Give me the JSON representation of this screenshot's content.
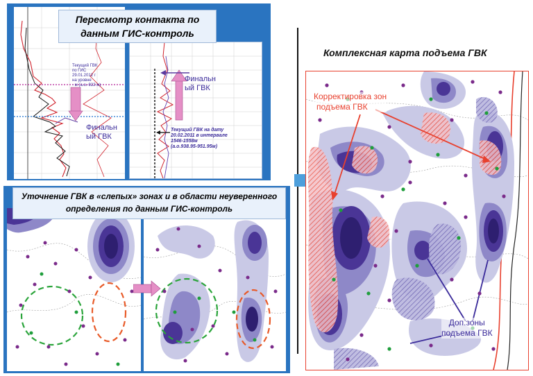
{
  "top_panel": {
    "title_line1": "Пересмотр контакта по",
    "title_line2": "данным ГИС-контроль",
    "left_log": {
      "note_lines": [
        "Текущий ГВК",
        "по ГИС",
        "29.01.2012 г",
        "на уровне",
        "- м (а.о.-922 м)"
      ],
      "final_label_line1": "Финальн",
      "final_label_line2": "ый ГВК"
    },
    "right_log": {
      "final_label_line1": "Финальн",
      "final_label_line2": "ый ГВК",
      "current_lines": [
        "Текущий ГВК на дату",
        "20.02.2011 в интервале",
        "1546-1558м",
        "(а.о.938.95-951.95м)"
      ]
    }
  },
  "bottom_panel": {
    "title_line1": "Уточнение ГВК в «слепых» зонах и в области неуверенного",
    "title_line2": "определения по данным ГИС-контроль"
  },
  "right_panel": {
    "title": "Комплексная карта подъема ГВК",
    "label_correction_line1": "Корректировка зон",
    "label_correction_line2": "подъема ГВК",
    "label_extra_line1": "Доп.зоны",
    "label_extra_line2": "подъема ГВК"
  },
  "colors": {
    "panel_blue": "#2a74c0",
    "map_dark": "#3f2b8c",
    "map_mid": "#7b74bf",
    "map_light": "#c3c3e4",
    "well_green": "#1f9e3c",
    "well_purple": "#7a2a8a",
    "correction_red": "#e8402e",
    "label_blue": "#3a2a9a",
    "arrow_pink": "#e58fc6",
    "arrow_blue": "#4d9fdc"
  }
}
